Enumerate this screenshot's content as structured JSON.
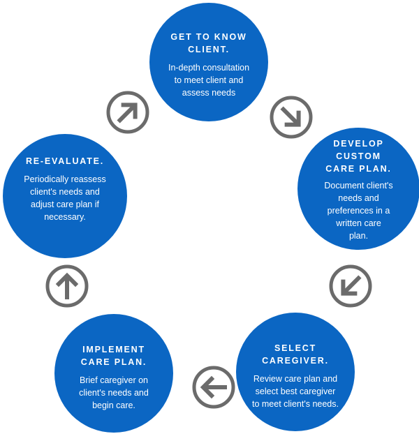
{
  "colors": {
    "circle": "#0b66c3",
    "arrow": "#6b6b6b",
    "text": "#ffffff"
  },
  "steps": [
    {
      "title": "GET TO KNOW\nCLIENT.",
      "desc": "In-depth consultation\nto meet client and\nassess needs"
    },
    {
      "title": "DEVELOP\nCUSTOM\nCARE PLAN.",
      "desc": "Document client's\nneeds and\npreferences in a\nwritten care\nplan."
    },
    {
      "title": "SELECT\nCAREGIVER.",
      "desc": "Review care plan and\nselect best caregiver\nto meet client's needs."
    },
    {
      "title": "IMPLEMENT\nCARE PLAN.",
      "desc": "Brief caregiver on\nclient's needs and\nbegin care."
    },
    {
      "title": "RE-EVALUATE.",
      "desc": "Periodically reassess\nclient's needs and\nadjust care plan if\nnecessary."
    }
  ],
  "arrows": [
    {
      "icon": "arrow-up-right-icon"
    },
    {
      "icon": "arrow-down-right-icon"
    },
    {
      "icon": "arrow-down-left-icon"
    },
    {
      "icon": "arrow-left-icon"
    },
    {
      "icon": "arrow-up-icon"
    }
  ]
}
